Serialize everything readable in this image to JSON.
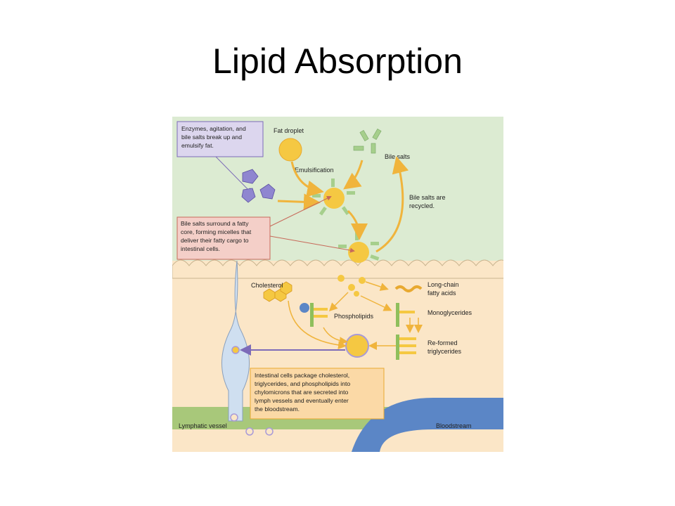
{
  "title": "Lipid Absorption",
  "colors": {
    "lumen": "#dcebd2",
    "cell": "#fbe6c7",
    "lymph_band": "#a8c87a",
    "blood": "#5b86c6",
    "lipid": "#f5c842",
    "bile": "#a6cf8c",
    "enzyme": "#8f86d0",
    "box_purple": "#dcd6ee",
    "box_pink": "#f4cfc8",
    "box_orange": "#fbd9a6"
  },
  "diagram": {
    "boxes": {
      "enzymes": [
        "Enzymes, agitation, and",
        "bile salts break up and",
        "emulsify fat."
      ],
      "micelles": [
        "Bile salts surround a fatty",
        "core, forming micelles that",
        "deliver their fatty cargo to",
        "intestinal cells."
      ],
      "chylomicrons": [
        "Intestinal cells package cholesterol,",
        "triglycerides, and phospholipids into",
        "chylomicrons that are secreted into",
        "lymph vessels and eventually enter",
        "the bloodstream."
      ]
    },
    "labels": {
      "fat_droplet": "Fat droplet",
      "emulsification": "Emulsification",
      "bile_salts": "Bile salts",
      "recycled": [
        "Bile salts are",
        "recycled."
      ],
      "cholesterol": "Cholesterol",
      "long_chain": [
        "Long-chain",
        "fatty acids"
      ],
      "phospholipids": "Phospholipids",
      "monoglycerides": "Monoglycerides",
      "reformed": [
        "Re-formed",
        "triglycerides"
      ],
      "lymphatic_vessel": "Lymphatic vessel",
      "bloodstream": "Bloodstream"
    }
  }
}
